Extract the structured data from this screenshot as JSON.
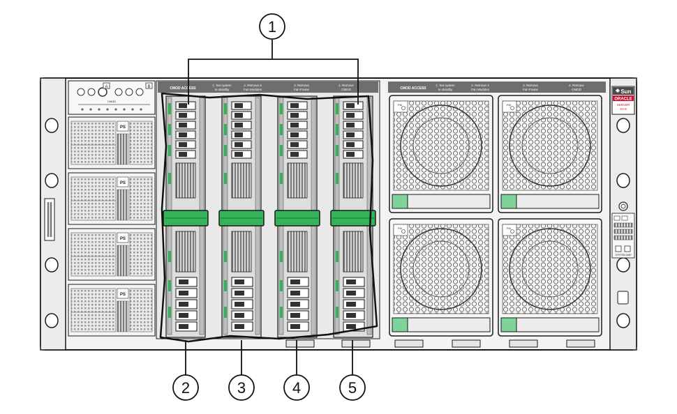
{
  "callouts": {
    "c1": "1",
    "c2": "2",
    "c3": "3",
    "c4": "4",
    "c5": "5"
  },
  "left_panel": {
    "cmod_access": "CMOD ACCESS",
    "step1_line1": "1. Set system",
    "step1_line2": "to standby",
    "step2_line1": "2. Remove 4",
    "step2_line2": "Fan Modules",
    "step3_line1": "3. Remove",
    "step3_line2": "Fan Frame",
    "step4_line1": "4. Remove",
    "step4_line2": "CMOD"
  },
  "right_panel": {
    "cmod_access": "CMOD ACCESS",
    "step1_line1": "1. Set system",
    "step1_line2": "to standby",
    "step2_line1": "2. Remove 4",
    "step2_line2": "Fan Modules",
    "step3_line1": "3. Remove",
    "step3_line2": "Fan Frame",
    "step4_line1": "4. Remove",
    "step4_line2": "CMOD"
  },
  "logos": {
    "sun": "Sun",
    "oracle": "ORACLE",
    "model_line1": "SERVER",
    "model_line2": "X2-8"
  },
  "indicators": {
    "badge_a": "A",
    "badge_b": "B",
    "cmod_label": "CMOD"
  },
  "psu_label": "PS",
  "fan_label": "FM",
  "system_map_label": "SYSTEM MAP",
  "colors": {
    "chassis": "#f2f2f2",
    "outline": "#1a1a1a",
    "latch_green": "#35b35a",
    "tab_green": "#7fd39a",
    "header_gray": "#6e6e6e"
  }
}
